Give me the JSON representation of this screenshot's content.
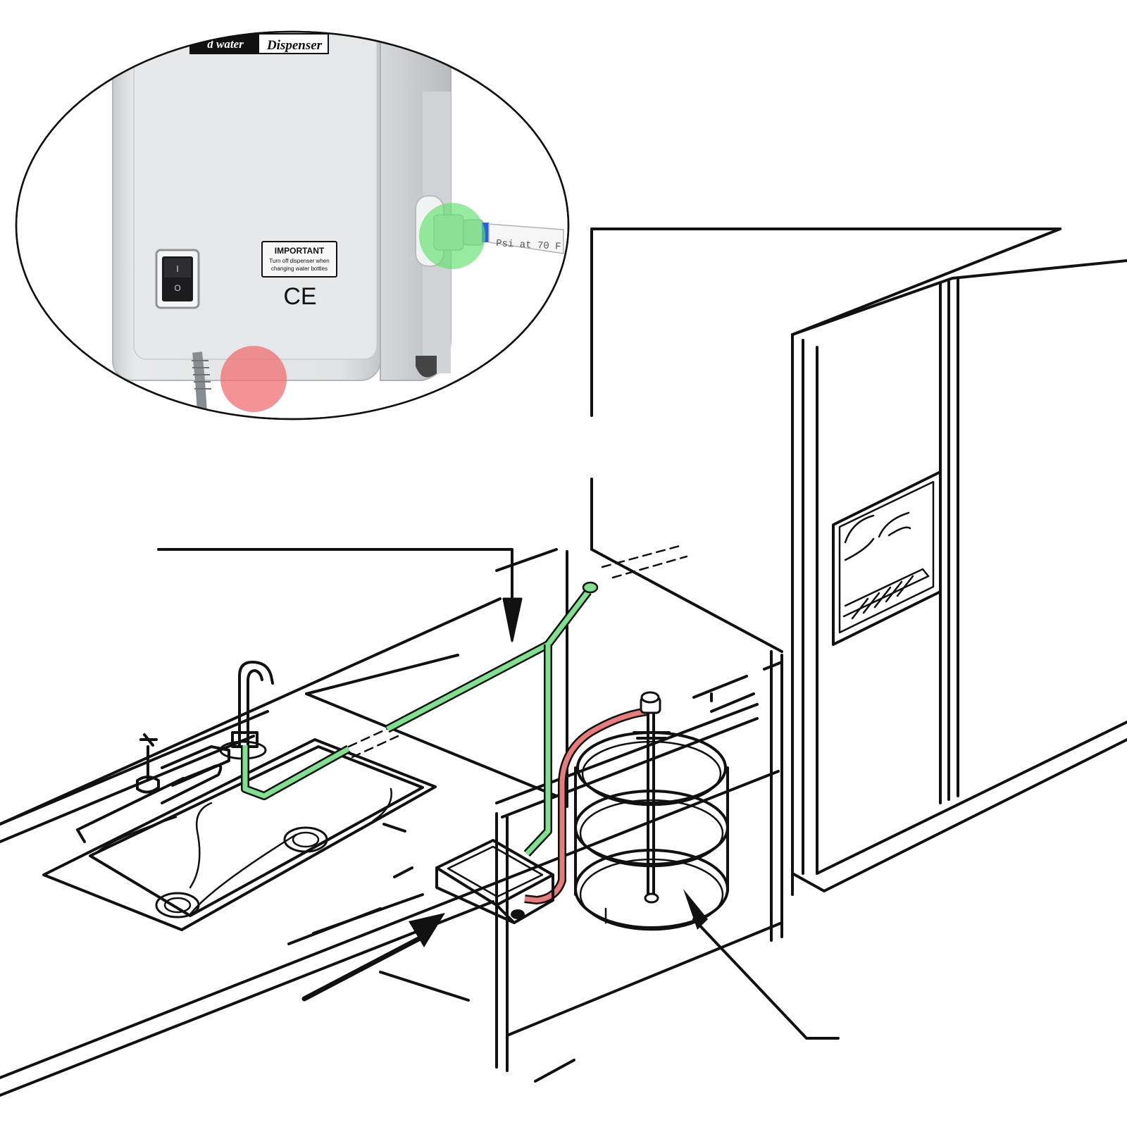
{
  "dispenser": {
    "brand_partial": "d water",
    "title": "Dispenser",
    "important_heading": "IMPORTANT",
    "important_line1": "Turn off dispenser when",
    "important_line2": "changing water bottles",
    "ce_mark": "CE",
    "switch_on": "I",
    "switch_off": "O",
    "tube_print": "Psi at 70 F"
  },
  "colors": {
    "outlet_tube": "#7fe08f",
    "inlet_tube": "#e87c7c",
    "outlet_highlight": "#5fe06f",
    "inlet_highlight": "#f06f72",
    "line": "#111111",
    "housing": "#e4e6e8"
  },
  "icons": {
    "down_arrow": "arrow-down-icon",
    "pointer_arrow": "arrow-up-right-icon",
    "power_switch": "rocker-switch-icon"
  }
}
